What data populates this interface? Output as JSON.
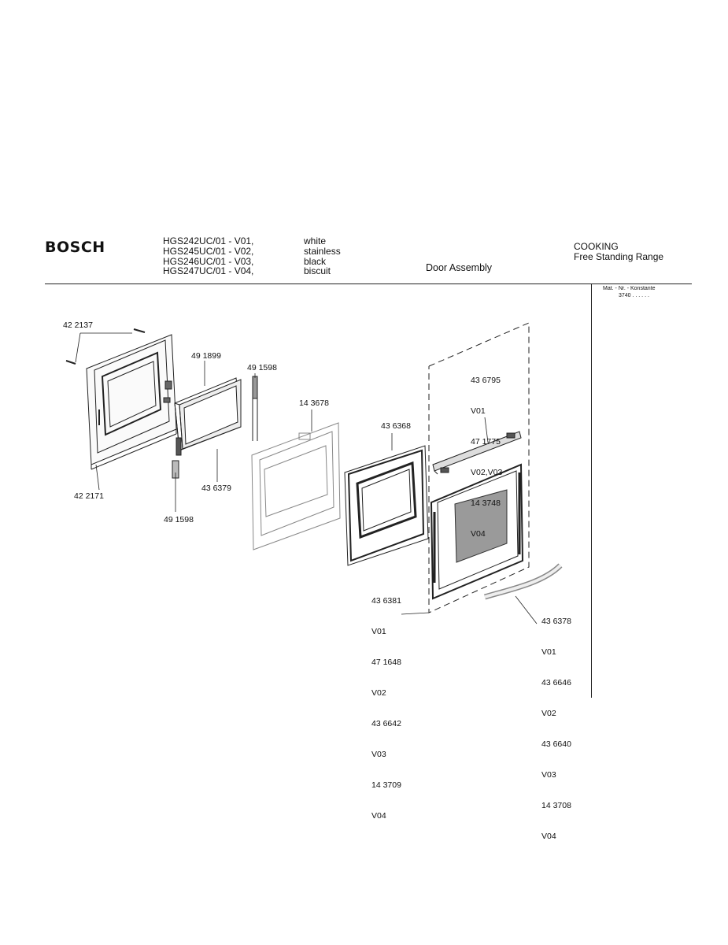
{
  "header": {
    "brand": "BOSCH",
    "models": [
      "HGS242UC/01 - V01,",
      "HGS245UC/01 - V02,",
      "HGS246UC/01 - V03,",
      "HGS247UC/01 - V04,"
    ],
    "colors": [
      "white",
      "stainless",
      "black",
      "biscuit"
    ],
    "title": "Door Assembly",
    "category": [
      "COOKING",
      "Free Standing Range"
    ]
  },
  "side_panel": {
    "mat_label": "Mat. - Nr. - Konstante",
    "mat_value": "3740 . .   . . . ."
  },
  "parts": {
    "p422137": "42 2137",
    "p422171": "42 2171",
    "p491899": "49 1899",
    "p491598_top": "49 1598",
    "p491598_bottom": "49 1598",
    "p436379": "43 6379",
    "p143678": "14 3678",
    "p436368": "43 6368",
    "group_436795": [
      "43 6795",
      "V01",
      "47 1775",
      "V02,V03",
      "14 3748",
      "V04"
    ],
    "group_436381": [
      "43 6381",
      "V01",
      "47 1648",
      "V02",
      "43 6642",
      "V03",
      "14 3709",
      "V04"
    ],
    "group_436378": [
      "43 6378",
      "V01",
      "43 6646",
      "V02",
      "43 6640",
      "V03",
      "14 3708",
      "V04"
    ]
  }
}
